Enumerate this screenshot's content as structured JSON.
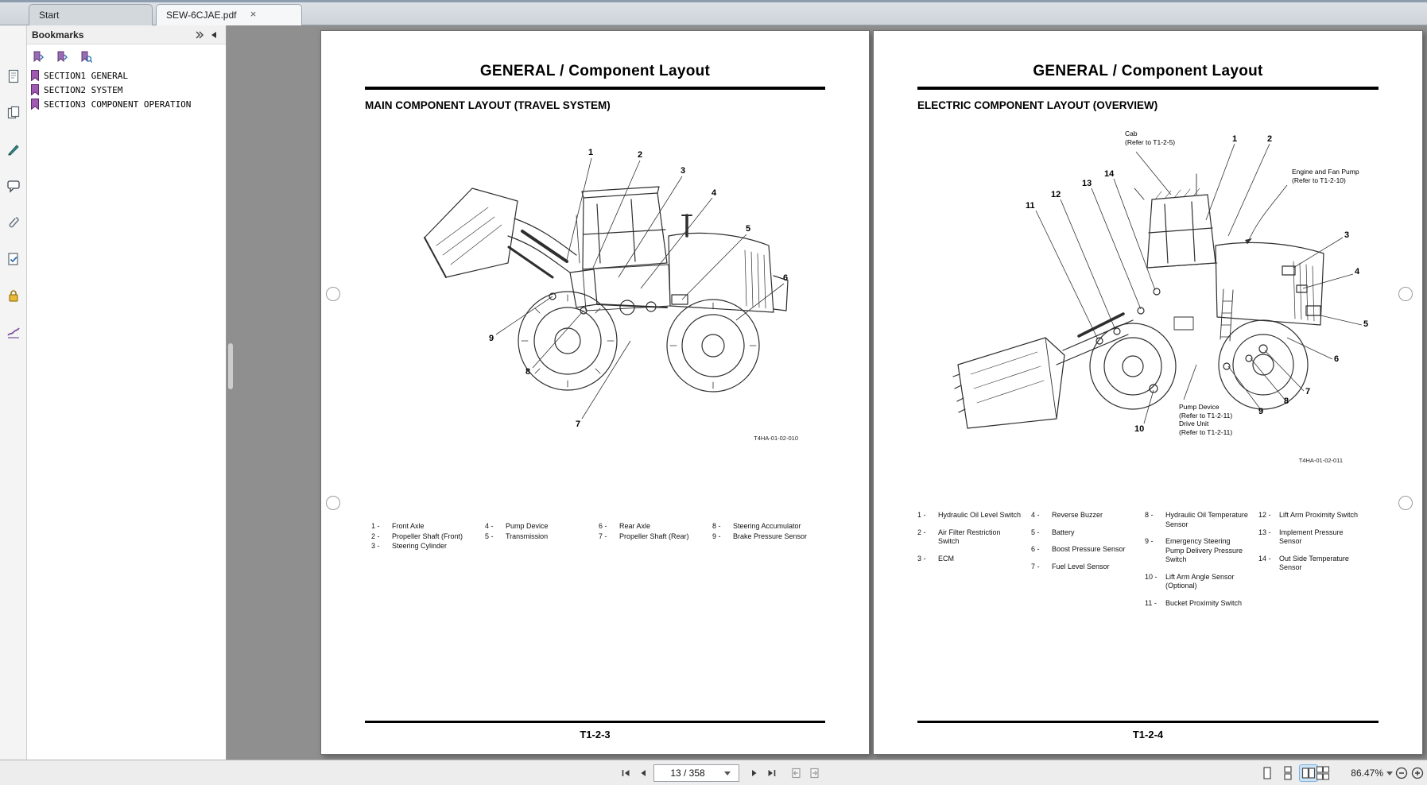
{
  "tabbar": {
    "tabs": [
      {
        "label": "Start"
      },
      {
        "label": "SEW-6CJAE.pdf"
      }
    ],
    "close_glyph": "×"
  },
  "sidebar": {
    "title": "Bookmarks",
    "items": [
      "SECTION1 GENERAL",
      "SECTION2 SYSTEM",
      "SECTION3 COMPONENT OPERATION"
    ]
  },
  "left_page": {
    "header": "GENERAL / Component Layout",
    "heading": "MAIN COMPONENT LAYOUT (TRAVEL SYSTEM)",
    "figure_code": "T4HA-01-02-010",
    "callouts": [
      "1",
      "2",
      "3",
      "4",
      "5",
      "6",
      "7",
      "8",
      "9"
    ],
    "legend": [
      [
        {
          "n": "1 -",
          "t": "Front Axle"
        },
        {
          "n": "2 -",
          "t": "Propeller Shaft (Front)"
        },
        {
          "n": "3 -",
          "t": "Steering Cylinder"
        }
      ],
      [
        {
          "n": "4 -",
          "t": "Pump Device"
        },
        {
          "n": "5 -",
          "t": "Transmission"
        }
      ],
      [
        {
          "n": "6 -",
          "t": "Rear Axle"
        },
        {
          "n": "7 -",
          "t": "Propeller Shaft (Rear)"
        }
      ],
      [
        {
          "n": "8 -",
          "t": "Steering Accumulator"
        },
        {
          "n": "9 -",
          "t": "Brake Pressure Sensor"
        }
      ]
    ],
    "page_label": "T1-2-3"
  },
  "right_page": {
    "header": "GENERAL / Component Layout",
    "heading": "ELECTRIC COMPONENT LAYOUT (OVERVIEW)",
    "figure_code": "T4HA-01-02-011",
    "callouts": [
      "1",
      "2",
      "3",
      "4",
      "5",
      "6",
      "7",
      "8",
      "9",
      "10",
      "11",
      "12",
      "13",
      "14"
    ],
    "notes": {
      "cab": "Cab\n(Refer to T1-2-5)",
      "engine": "Engine and Fan Pump\n(Refer to T1-2-10)",
      "pump": "Pump Device\n(Refer to T1-2-11)\nDrive Unit\n(Refer to T1-2-11)"
    },
    "legend": [
      [
        {
          "n": "1 -",
          "t": "Hydraulic Oil Level Switch"
        },
        {
          "n": "2 -",
          "t": "Air Filter Restriction Switch"
        },
        {
          "n": "3 -",
          "t": "ECM"
        }
      ],
      [
        {
          "n": "4 -",
          "t": "Reverse Buzzer"
        },
        {
          "n": "5 -",
          "t": "Battery"
        },
        {
          "n": "6 -",
          "t": "Boost Pressure Sensor"
        },
        {
          "n": "7 -",
          "t": "Fuel Level Sensor"
        }
      ],
      [
        {
          "n": "8 -",
          "t": "Hydraulic Oil Temperature Sensor"
        },
        {
          "n": "9 -",
          "t": "Emergency Steering Pump Delivery Pressure Switch"
        },
        {
          "n": "10 -",
          "t": "Lift Arm Angle Sensor (Optional)"
        },
        {
          "n": "11 -",
          "t": "Bucket Proximity Switch"
        }
      ],
      [
        {
          "n": "12 -",
          "t": "Lift Arm Proximity Switch"
        },
        {
          "n": "13 -",
          "t": "Implement Pressure Sensor"
        },
        {
          "n": "14 -",
          "t": "Out Side Temperature Sensor"
        }
      ]
    ],
    "page_label": "T1-2-4"
  },
  "statusbar": {
    "page_indicator": "13 / 358",
    "zoom_level": "86.47%"
  }
}
